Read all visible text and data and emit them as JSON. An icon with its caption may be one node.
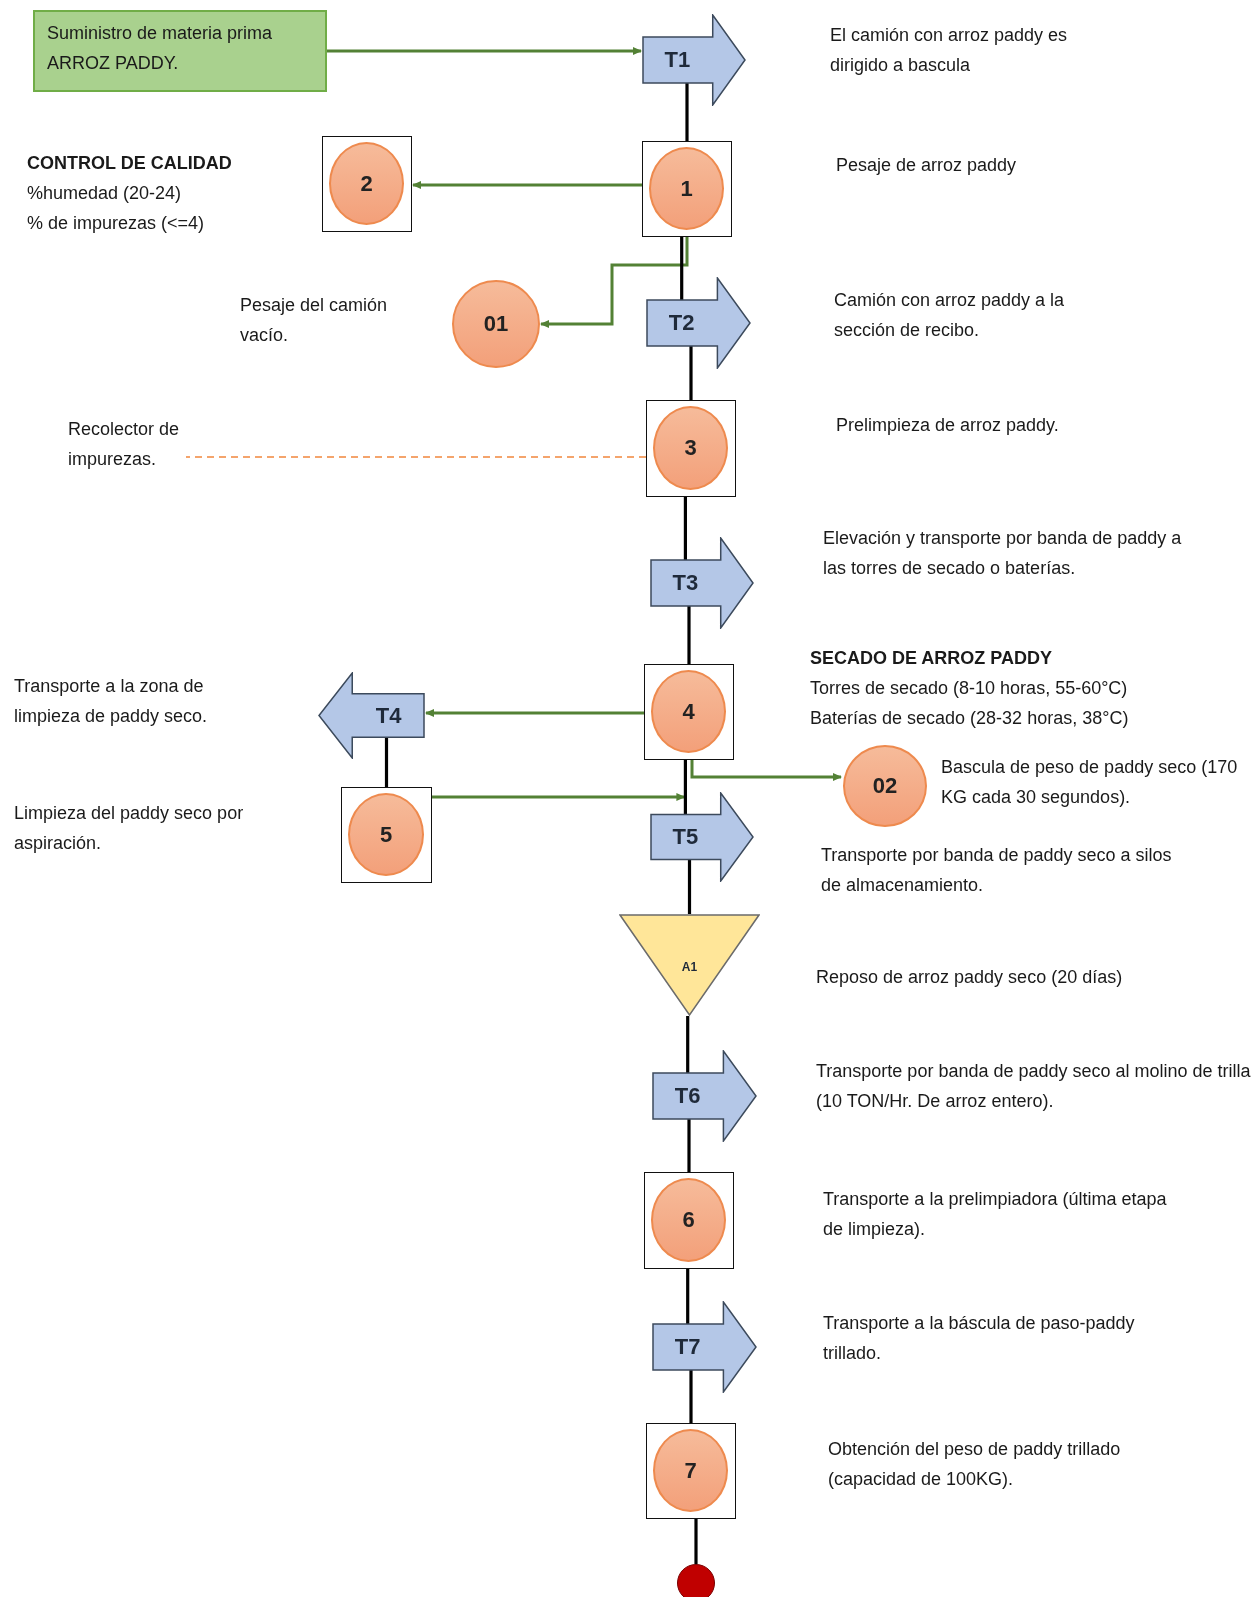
{
  "diagram": {
    "nodes": [
      {
        "text": [
          "Suministro de materia prima ARROZ PADDY."
        ]
      },
      {
        "text": [
          "T1"
        ]
      },
      {
        "text": [
          "1"
        ]
      },
      {
        "text": [
          "2"
        ],
        "beside": [
          "CONTROL DE CALIDAD",
          "%humedad (20-24)",
          "% de impurezas (<=4)"
        ]
      },
      {
        "text": [
          "01"
        ],
        "beside": [
          "Pesaje del camión vacío."
        ]
      },
      {
        "text": [
          "T2"
        ]
      },
      {
        "text": [
          "3"
        ]
      },
      {
        "text": [
          "Recolector de impurezas."
        ]
      },
      {
        "text": [
          "T3"
        ],
        "beside": [
          "Elevación y transporte por banda de paddy a las torres de secado o baterías."
        ]
      },
      {
        "text": [
          "4"
        ],
        "beside": [
          "SECADO DE ARROZ PADDY",
          "Torres de secado (8-10 horas, 55-60°C)",
          "Baterías de secado (28-32 horas, 38°C)"
        ]
      },
      {
        "text": [
          "T4"
        ]
      },
      {
        "text": [
          "5"
        ]
      },
      {
        "text": [
          "02"
        ],
        "beside": [
          "Bascula de peso de paddy seco (170 KG cada 30 segundos)."
        ]
      },
      {
        "text": [
          "T5"
        ]
      },
      {
        "text": [
          "A1"
        ],
        "beside": [
          "Reposo de arroz paddy seco (20 días)"
        ]
      },
      {
        "text": [
          "T6"
        ],
        "beside": [
          "Transporte por banda de paddy seco al molino de trilla (10 TON/Hr. De arroz entero)."
        ]
      },
      {
        "text": [
          "6"
        ]
      },
      {
        "text": [
          "T7"
        ],
        "beside": [
          "Transporte a la báscula de paso-paddy trillado."
        ]
      },
      {
        "text": [
          "7"
        ]
      },
      {
        "text": [],
        "shape": "circle"
      }
    ],
    "edges": [
      {
        "from": 0,
        "to": 1,
        "arrow": "to",
        "color": "#538135"
      },
      {
        "from": 1,
        "to": 2,
        "arrow": "none"
      },
      {
        "from": 2,
        "to": 3,
        "arrow": "to",
        "color": "#538135"
      },
      {
        "from": 2,
        "to": 4,
        "arrow": "to",
        "color": "#538135"
      },
      {
        "from": 2,
        "to": 5,
        "arrow": "none"
      },
      {
        "from": 5,
        "to": 6,
        "arrow": "none"
      },
      {
        "from": 6,
        "to": 7,
        "arrow": "none",
        "style": "dashed",
        "color": "#f4a46c"
      },
      {
        "from": 6,
        "to": 8,
        "arrow": "none"
      },
      {
        "from": 8,
        "to": 9,
        "arrow": "none"
      },
      {
        "from": 9,
        "to": 10,
        "arrow": "to",
        "color": "#538135"
      },
      {
        "from": 10,
        "to": 11,
        "arrow": "none"
      },
      {
        "from": 11,
        "to": 13,
        "arrow": "to",
        "color": "#538135"
      },
      {
        "from": 9,
        "to": 12,
        "arrow": "to",
        "color": "#538135"
      },
      {
        "from": 9,
        "to": 13,
        "arrow": "none"
      },
      {
        "from": 13,
        "to": 14,
        "arrow": "none"
      },
      {
        "from": 14,
        "to": 15,
        "arrow": "none"
      },
      {
        "from": 15,
        "to": 16,
        "arrow": "none"
      },
      {
        "from": 16,
        "to": 17,
        "arrow": "none"
      },
      {
        "from": 17,
        "to": 18,
        "arrow": "none"
      },
      {
        "from": 18,
        "to": 19,
        "arrow": "none"
      }
    ],
    "labels": [
      "El camión con arroz paddy es dirigido a bascula",
      "Pesaje de arroz paddy",
      "Camión con arroz paddy a la sección de recibo.",
      "Prelimpieza de arroz paddy.",
      "Transporte a la zona de limpieza de paddy seco.",
      "Limpieza del paddy seco por aspiración.",
      "Transporte por banda de paddy seco a silos de almacenamiento.",
      "Transporte a la prelimpiadora (última etapa de limpieza).",
      "Obtención del peso de paddy trillado (capacidad de 100KG)."
    ]
  }
}
